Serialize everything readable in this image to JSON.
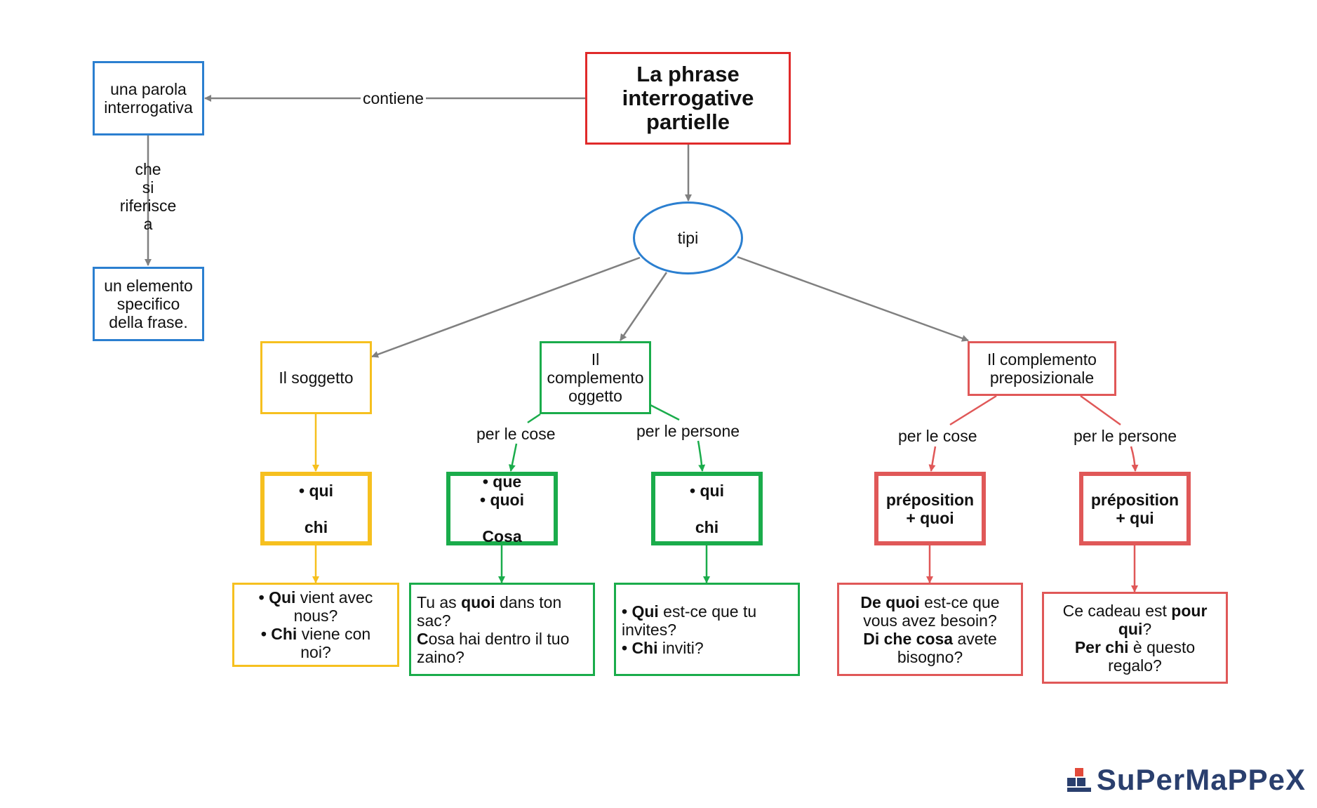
{
  "diagram": {
    "title_lines": [
      "La phrase",
      "interrogative",
      "partielle"
    ],
    "link_contiene": "contiene",
    "left_top": [
      "una parola",
      "interrogativa"
    ],
    "link_che_si_riferisce": [
      "che",
      "si",
      "riferisce",
      "a"
    ],
    "left_bottom": [
      "un elemento",
      "specifico",
      "della frase."
    ],
    "tipi": "tipi",
    "soggetto": "Il soggetto",
    "oggetto": [
      "Il",
      "complemento",
      "oggetto"
    ],
    "preposizionale": [
      "Il complemento",
      "preposizionale"
    ],
    "per_le_cose": "per le cose",
    "per_le_persone": "per le persone",
    "sog_words": [
      "• qui",
      "chi"
    ],
    "ogg_cose_words": [
      "• que",
      "• quoi",
      "Cosa"
    ],
    "ogg_persone_words": [
      "• qui",
      "chi"
    ],
    "prep_cose_words": [
      "préposition",
      "+ quoi"
    ],
    "prep_persone_words": [
      "préposition",
      "+ qui"
    ],
    "ex_soggetto": {
      "l1_b": "• Qui",
      "l1_t": " vient avec",
      "l2": "nous?",
      "l3_b": "• Chi",
      "l3_t": " viene con",
      "l4": "noi?"
    },
    "ex_oggetto_cose": {
      "l1_t": "Tu as ",
      "l1_b": "quoi",
      "l1_t2": " dans ton",
      "l2": "sac?",
      "l3_b": "C",
      "l3_t": "osa hai dentro il tuo",
      "l4": "zaino?"
    },
    "ex_oggetto_persone": {
      "l1_b": "• Qui",
      "l1_t": " est-ce que tu",
      "l2": "invites?",
      "l3_b": "• Chi",
      "l3_t": " inviti?"
    },
    "ex_prep_cose": {
      "l1_b": "De quoi",
      "l1_t": " est-ce que",
      "l2": "vous avez besoin?",
      "l3_b": "Di che cosa",
      "l3_t": " avete",
      "l4": "bisogno?"
    },
    "ex_prep_persone": {
      "l1_t": "Ce cadeau est ",
      "l1_b": "pour",
      "l2_b": "qui",
      "l2_t": "?",
      "l3_b": "Per chi",
      "l3_t": " è questo",
      "l4": "regalo?"
    }
  },
  "brand": "SuPerMaPPeX",
  "colors": {
    "gray_link": "#808080",
    "blue": "#2b7fd0",
    "title_red": "#e02a2a",
    "yellow": "#f6c01f",
    "green": "#1aac4b",
    "salmon": "#e05858"
  }
}
